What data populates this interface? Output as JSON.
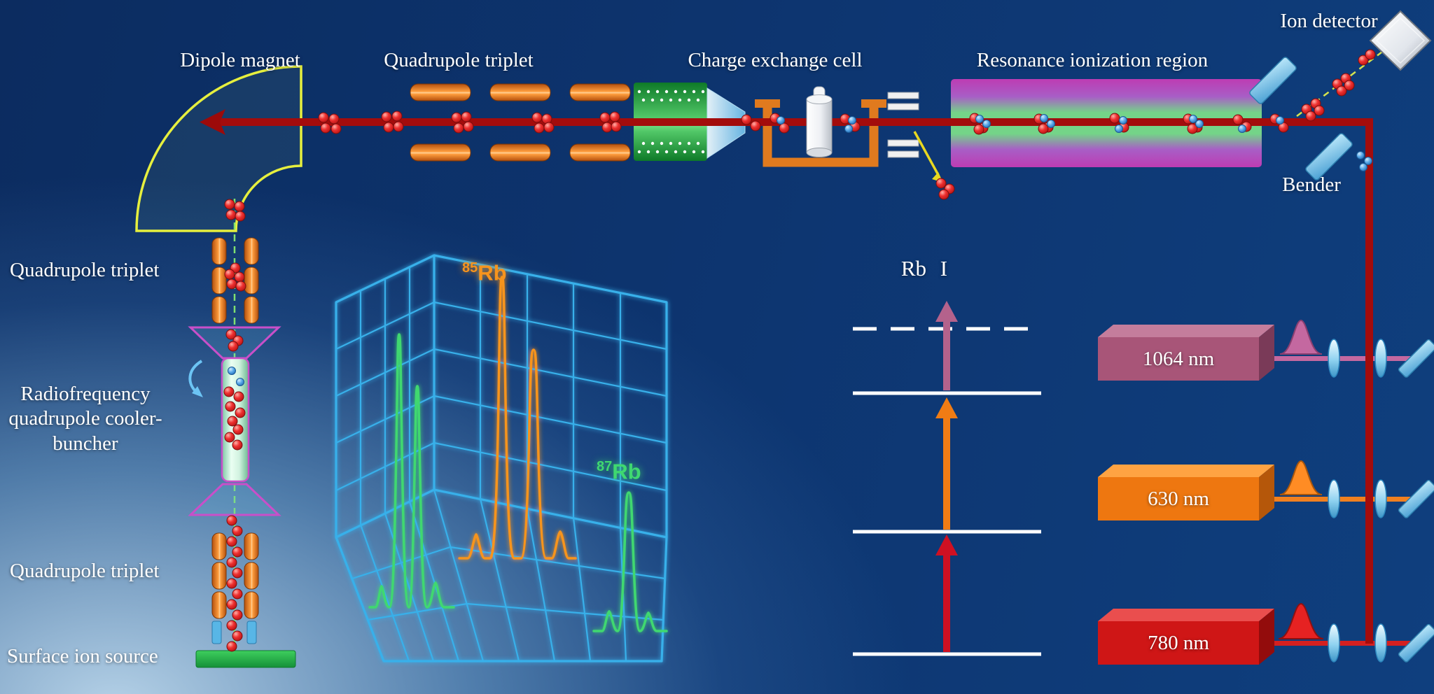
{
  "beamline_labels": {
    "dipole_magnet": "Dipole magnet",
    "quadrupole_triplet_top": "Quadrupole triplet",
    "charge_exchange_cell": "Charge exchange cell",
    "resonance_ionization_region": "Resonance ionization region",
    "ion_detector": "Ion detector",
    "bender": "Bender",
    "quadrupole_triplet_upper_left": "Quadrupole triplet",
    "rfq_cooler_buncher": "Radiofrequency quadrupole cooler-buncher",
    "quadrupole_triplet_lower_left": "Quadrupole triplet",
    "surface_ion_source": "Surface ion source"
  },
  "spectrum_plot": {
    "isotope_85": {
      "sup": "85",
      "base": "Rb"
    },
    "isotope_87": {
      "sup": "87",
      "base": "Rb"
    }
  },
  "energy_diagram": {
    "title": "Rb I",
    "solid_levels": 3,
    "dashed_levels": 1,
    "arrows": [
      {
        "color": "#cf1022",
        "matches_laser": "780 nm"
      },
      {
        "color": "#f07c14",
        "matches_laser": "630 nm"
      },
      {
        "color": "#b4628c",
        "matches_laser": "1064 nm"
      }
    ]
  },
  "lasers": {
    "laser_1064": {
      "label": "1064 nm",
      "color": "#a85578"
    },
    "laser_630": {
      "label": "630 nm",
      "color": "#ee7710"
    },
    "laser_780": {
      "label": "780 nm",
      "color": "#cf1616"
    }
  },
  "colors": {
    "ion_beam": "#a30c0c",
    "grid": "#38b0ea",
    "rb85_trace": "#f7941d",
    "rb87_trace": "#3fd870",
    "level_lines": "#ffffff",
    "dipole_outline": "#e6ef3e",
    "quadrupole_bar": "#ff9e3e"
  },
  "chart_data": {
    "type": "line",
    "subtype": "3d-spectra",
    "title": "",
    "axes_labeled": false,
    "grid": true,
    "series": [
      {
        "name": "85Rb",
        "label_sup": "85",
        "label_base": "Rb",
        "color": "#f7941d",
        "peaks": [
          {
            "position_rel": 0.13,
            "intensity_rel": 0.13
          },
          {
            "position_rel": 0.35,
            "intensity_rel": 1.0
          },
          {
            "position_rel": 0.63,
            "intensity_rel": 0.74
          },
          {
            "position_rel": 0.86,
            "intensity_rel": 0.11
          }
        ]
      },
      {
        "name": "87Rb",
        "label_sup": "87",
        "label_base": "Rb",
        "color": "#3fd870",
        "peaks": [
          {
            "position_rel": 0.2,
            "intensity_rel": 0.14
          },
          {
            "position_rel": 0.5,
            "intensity_rel": 1.0
          },
          {
            "position_rel": 0.75,
            "intensity_rel": 0.13
          }
        ]
      },
      {
        "name": "unlabeled-green-left",
        "color": "#3fd870",
        "peaks": [
          {
            "position_rel": 0.12,
            "intensity_rel": 0.08
          },
          {
            "position_rel": 0.32,
            "intensity_rel": 1.0
          },
          {
            "position_rel": 0.52,
            "intensity_rel": 0.81
          },
          {
            "position_rel": 0.75,
            "intensity_rel": 0.09
          }
        ]
      }
    ]
  }
}
